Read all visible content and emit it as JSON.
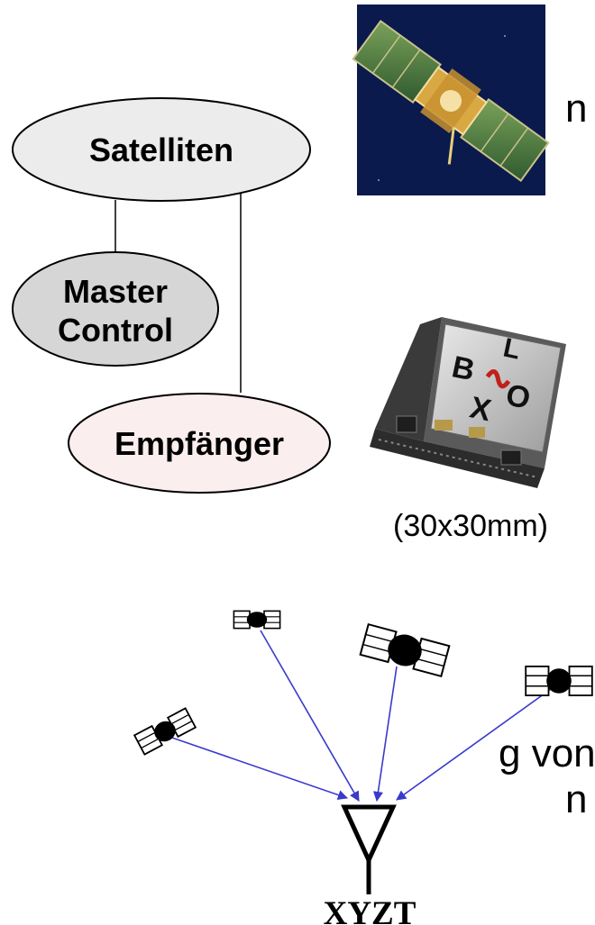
{
  "left_fragments": {
    "top": "n",
    "middle_1": "g von",
    "middle_2": "n"
  },
  "nodes": {
    "satellites": "Satelliten",
    "master_control": [
      "Master",
      "Control"
    ],
    "receiver": "Empfänger"
  },
  "receiver_module_caption": "(30x30mm)",
  "module_logo_letters": [
    "L",
    "O",
    "X",
    "B"
  ],
  "antenna_label": "XYZT",
  "colors": {
    "satellites_fill": "#ececec",
    "master_control_fill": "#d6d6d6",
    "receiver_fill": "#fbeeee",
    "signal_arrow": "#3a3acc",
    "satellite_photo_bg": "#0b1a4c"
  },
  "icons": [
    "satellite-photo",
    "gps-receiver-module-photo",
    "satellite-icon",
    "antenna-icon"
  ]
}
